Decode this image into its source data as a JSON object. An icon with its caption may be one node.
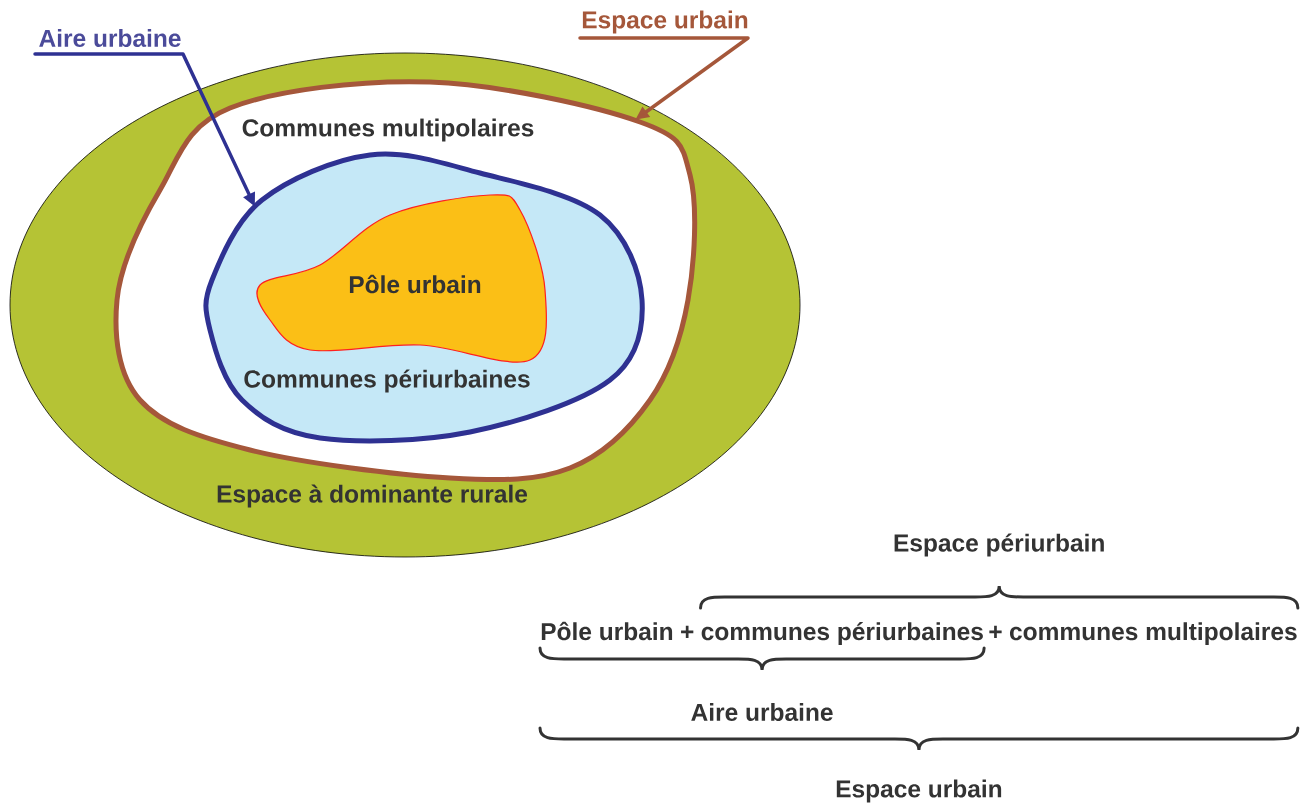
{
  "diagram": {
    "nodes": [
      {
        "text": [
          "Espace à dominante rurale"
        ]
      },
      {
        "text": [
          "Communes multipolaires"
        ],
        "in": 0
      },
      {
        "text": [
          "Communes périurbaines"
        ],
        "in": 1
      },
      {
        "text": [
          "Pôle urbain"
        ],
        "in": 2
      },
      {
        "text": [
          "Aire urbaine"
        ]
      },
      {
        "text": [
          "Espace urbain"
        ]
      }
    ],
    "edges": [
      {
        "from": 4,
        "to": 2,
        "arrow": "to",
        "color": "#2e3192"
      },
      {
        "from": 5,
        "to": 1,
        "arrow": "to",
        "color": "#a5573a"
      }
    ],
    "labels": [
      "Espace périurbain",
      "Pôle urbain",
      "+",
      "communes périurbaines",
      "+",
      "communes multipolaires",
      "Aire urbaine",
      "Espace urbain"
    ]
  }
}
